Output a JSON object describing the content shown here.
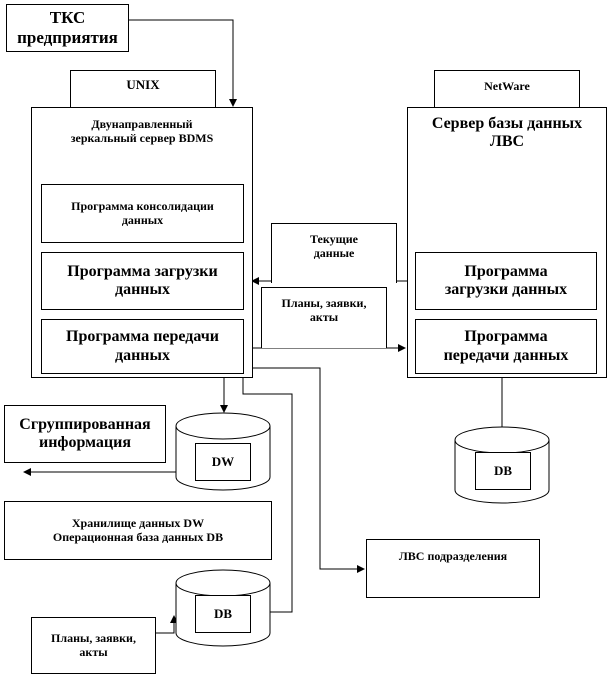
{
  "tks": {
    "line1": "ТКС",
    "line2": "предприятия"
  },
  "unix_tab": "UNIX",
  "netware_tab": "NetWare",
  "unix_server": {
    "title_line1": "Двунаправленный",
    "title_line2": "зеркальный сервер BDMS",
    "consolidation": {
      "line1": "Программа консолидации",
      "line2": "данных"
    },
    "load": {
      "line1": "Программа загрузки",
      "line2": "данных"
    },
    "transfer": {
      "line1": "Программа передачи",
      "line2": "данных"
    }
  },
  "lan_server": {
    "title_line1": "Сервер базы данных",
    "title_line2": "ЛВС",
    "load": {
      "line1": "Программа",
      "line2": "загрузки данных"
    },
    "transfer": {
      "line1": "Программа",
      "line2": "передачи данных"
    }
  },
  "current_data": {
    "line1": "Текущие",
    "line2": "данные"
  },
  "plans_mid": {
    "line1": "Планы, заявки,",
    "line2": "акты"
  },
  "grouped": {
    "line1": "Сгруппированная",
    "line2": "информация"
  },
  "legend": {
    "line1": "Хранилище данных DW",
    "line2": "Операционная база данных DB"
  },
  "lan_unit": "ЛВС подразделения",
  "plans_bottom": {
    "line1": "Планы, заявки,",
    "line2": "акты"
  },
  "db_dw": "DW",
  "db_db_left": "DB",
  "db_db_right": "DB",
  "colors": {
    "stroke": "#000000",
    "background": "#ffffff"
  }
}
